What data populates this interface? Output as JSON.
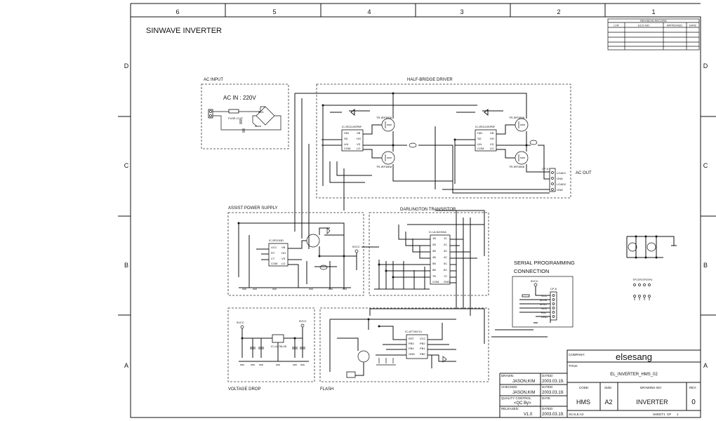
{
  "sheet": {
    "title": "SINWAVE INVERTER",
    "col_zones": [
      "6",
      "5",
      "4",
      "3",
      "2",
      "1"
    ],
    "row_zones": [
      "D",
      "C",
      "B",
      "A"
    ]
  },
  "revisions": {
    "header": "REVISION RECORD",
    "columns": [
      "LTR",
      "ECO NO",
      "APPROVED",
      "DATE"
    ]
  },
  "sections": {
    "ac_input": "AC INPUT",
    "ac_in_label": "AC IN : 220V",
    "half_bridge": "HALF-BRIDGE DRIVER",
    "ac_out": "AC OUT",
    "assist_power": "ASSIST POWER SUPPLY",
    "darlington": "DARLINGTON TRANSISTOR",
    "serial_line1": "SERIAL PROGRAMMING",
    "serial_line2": "CONNECTION",
    "voltage_drop": "VOLTAGE DROP",
    "flash": "FLASH"
  },
  "components": {
    "fuse": "FUSE-CLIP",
    "bridge": "BD1",
    "half_bridge_ic_1": "IC-IR2110SPBF",
    "half_bridge_ic_2": "IC-IR2110SPBF",
    "q_top_1": "TR-IRF3808",
    "q_bot_1": "TR-IRF3808",
    "q_top_2": "TR-IRF3808",
    "q_bot_2": "TR-IRF3808",
    "out_connector": "CP-5",
    "out_pins": [
      "LOAD1",
      "GND",
      "LOAD2",
      "GND"
    ],
    "darlington_ic": "IC-ULN2003A",
    "assist_ic": "IC-IR2153D",
    "regulator": "IC-LM78L05",
    "flash_ic": "IC-ATTINY13",
    "prog_connector": "CP-6",
    "prog_pins": [
      "VCC",
      "MOSI",
      "MISO",
      "SCK",
      "RST",
      "GND"
    ],
    "vcc_label": "5VCC",
    "test_points": [
      "TP1",
      "TP2",
      "TP3",
      "TP4"
    ]
  },
  "title_block": {
    "company_label": "COMPANY:",
    "company": "elsesang",
    "title_label": "TITLE:",
    "title": "EL_INVERTER_HMS_02",
    "drawn_label": "DRAWN:",
    "drawn": "JASON,KIM",
    "drawn_date": "2003.03.19.",
    "checked_label": "CHECKED:",
    "checked": "JASON,KIM",
    "checked_date": "2003.03.19.",
    "qc_label": "QUALITY CONTROL:",
    "qc": "<QC By>",
    "qc_date": "DATE:",
    "released_label": "RELEASED:",
    "released": "V1.0",
    "released_date": "2003.03.19.",
    "dated_label": "DATED:",
    "code_label": "CODE:",
    "code": "HMS",
    "size_label": "SIZE:",
    "size": "A2",
    "drawing_no_label": "DRAWING NO:",
    "drawing_no": "INVERTER",
    "rev_label": "REV:",
    "rev": "0",
    "scale_label": "SCALE:",
    "scale": "A2",
    "sheet_label": "SHEET",
    "sheet_num": "1",
    "of_label": "OF",
    "sheet_total": "1"
  }
}
